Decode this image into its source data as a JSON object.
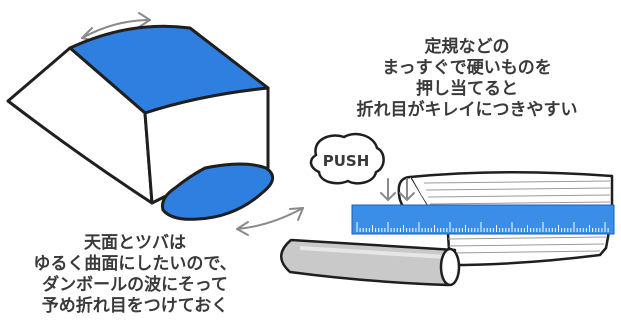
{
  "captions": {
    "right": [
      "定規などの",
      "まっすぐで硬いものを",
      "押し当てると",
      "折れ目がキレイにつきやすい"
    ],
    "left": [
      "天面とツバは",
      "ゆるく曲面にしたいので、",
      "ダンボールの波にそって",
      "予め折れ目をつけておく"
    ]
  },
  "push_bubble": "PUSH",
  "colors": {
    "blue": "#2f7fe0",
    "ruler_blue": "#3a8ee8",
    "ink": "#1f1f1f",
    "text": "#3a3a3a",
    "gray_arrow": "#8a8a8a",
    "roll_gray": "#b5b5b5"
  }
}
